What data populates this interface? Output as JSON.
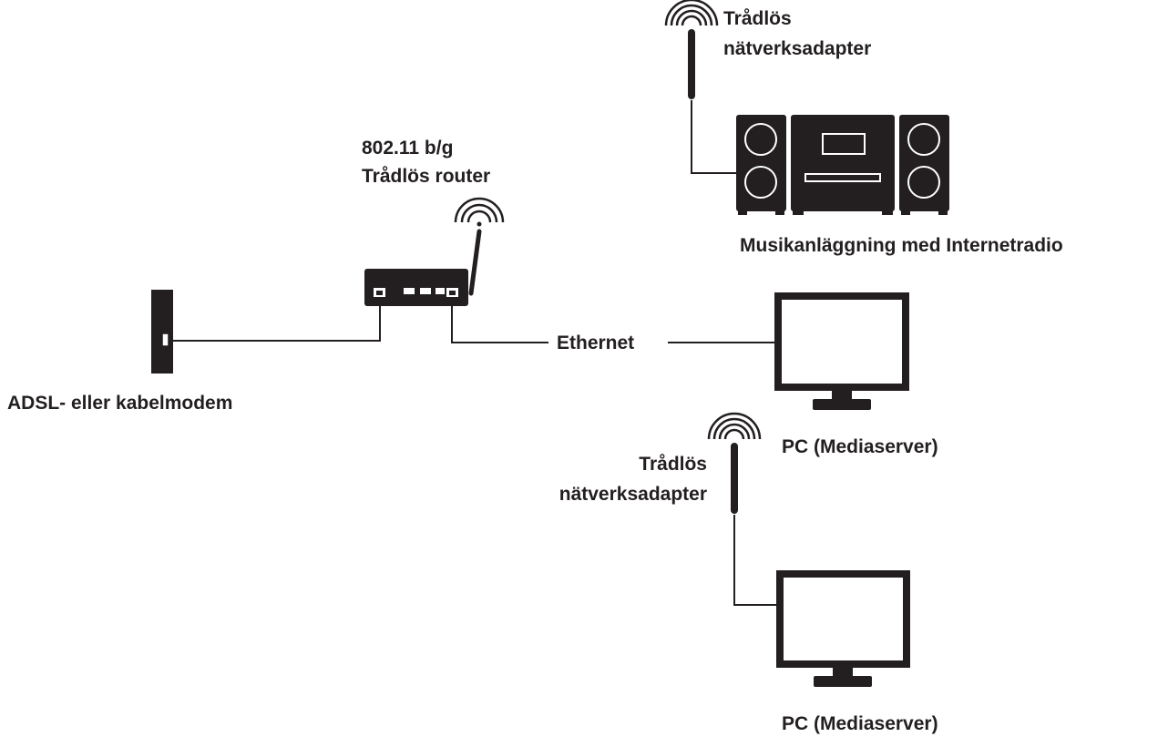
{
  "router": {
    "standard": "802.11 b/g",
    "name": "Trådlös router"
  },
  "modem": {
    "label": "ADSL- eller kabelmodem"
  },
  "cable": {
    "label": "Ethernet"
  },
  "stereo": {
    "adapter_line1": "Trådlös",
    "adapter_line2": "nätverksadapter",
    "label": "Musikanläggning med Internetradio"
  },
  "pc_wired": {
    "label": "PC (Mediaserver)"
  },
  "pc_wireless": {
    "adapter_line1": "Trådlös",
    "adapter_line2": "nätverksadapter",
    "label": "PC (Mediaserver)"
  },
  "colors": {
    "ink": "#231f20",
    "background": "#ffffff"
  },
  "icons": [
    "wifi-signal-icon",
    "antenna-icon",
    "router-icon",
    "modem-icon",
    "stereo-icon",
    "monitor-icon"
  ]
}
